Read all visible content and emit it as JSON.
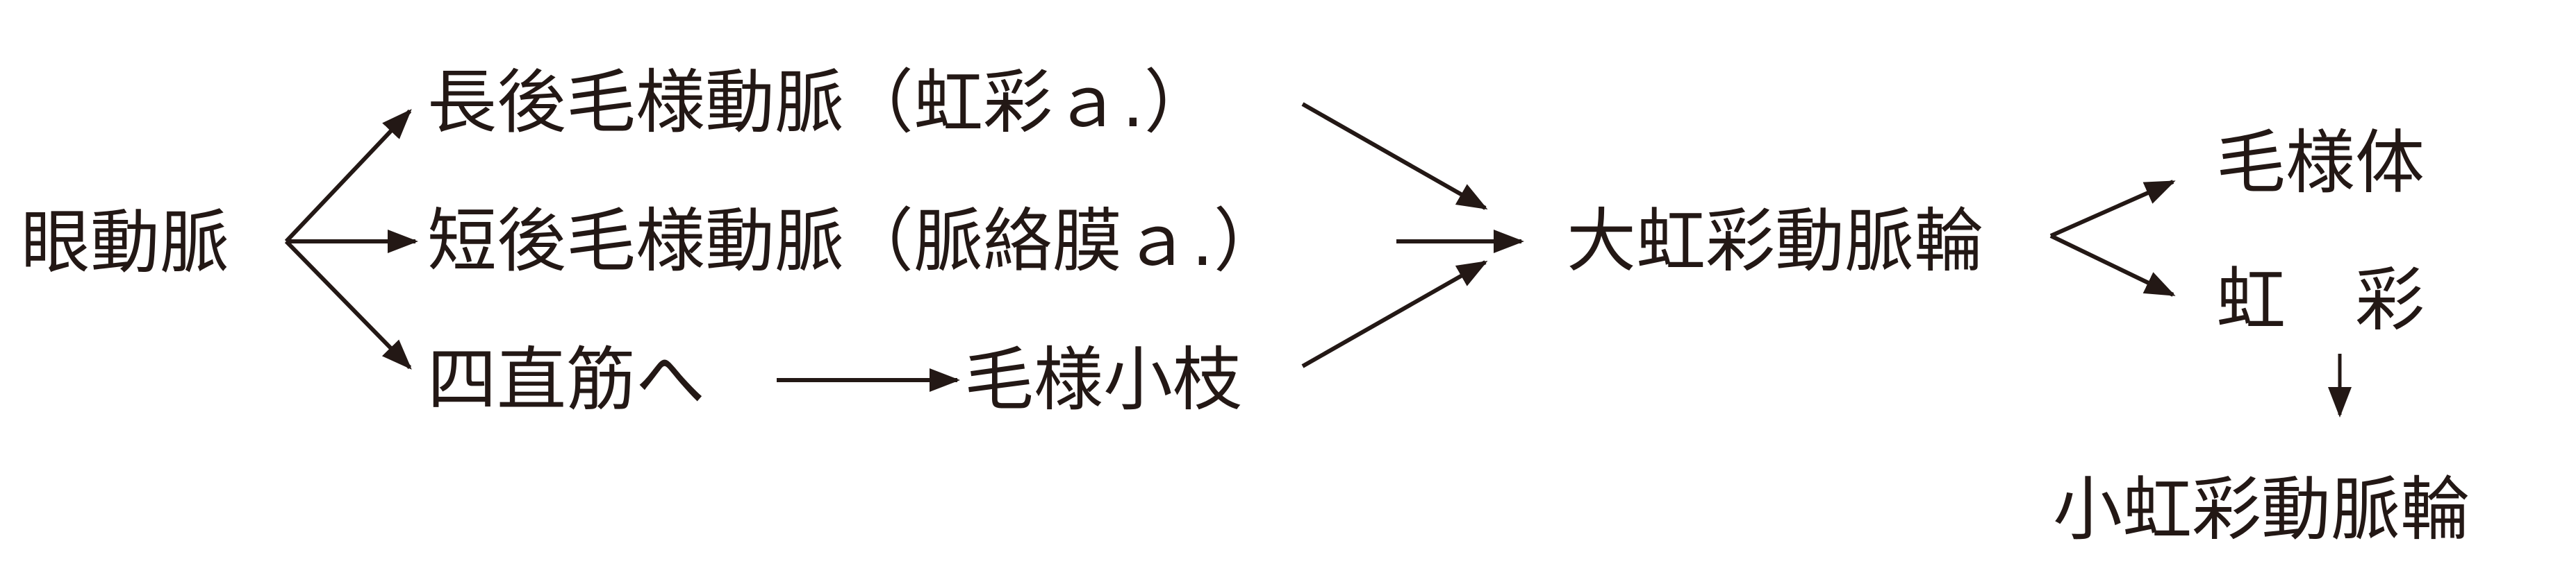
{
  "nodes": {
    "ophthalmic_artery": "眼動脈",
    "long_posterior_ciliary": "長後毛様動脈（虹彩ａ.）",
    "short_posterior_ciliary": "短後毛様動脈（脈絡膜ａ.）",
    "to_rectus": "四直筋へ",
    "ciliary_branch": "毛様小枝",
    "major_circle": "大虹彩動脈輪",
    "ciliary_body": "毛様体",
    "iris": "虹　彩",
    "minor_circle": "小虹彩動脈輪"
  },
  "colors": {
    "ink": "#231815",
    "background": "#ffffff"
  }
}
